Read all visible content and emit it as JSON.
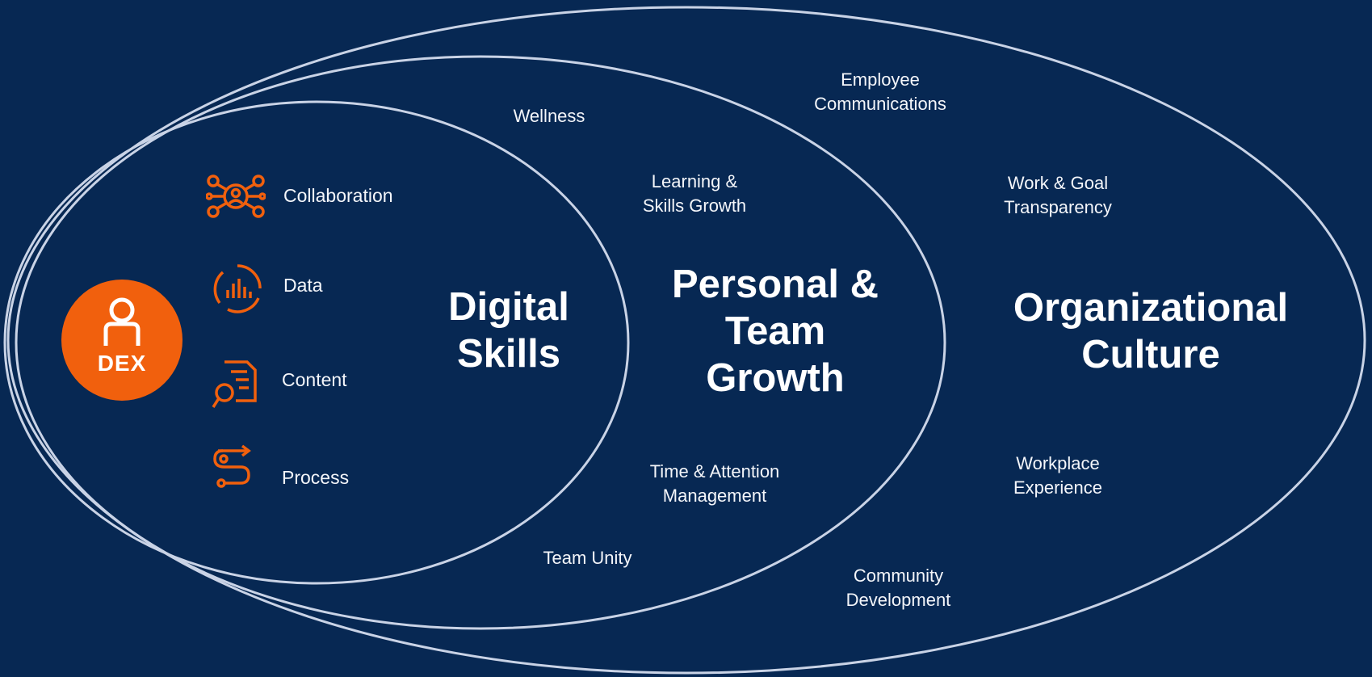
{
  "colors": {
    "background": "#072853",
    "ring": "#c9d3e6",
    "accent": "#f1600d",
    "text": "#ffffff"
  },
  "badge": {
    "label": "DEX",
    "icon": "person-icon"
  },
  "digital_skills": {
    "title_line1": "Digital",
    "title_line2": "Skills",
    "items": [
      {
        "label": "Collaboration",
        "icon": "collaboration-network-icon"
      },
      {
        "label": "Data",
        "icon": "data-chart-icon"
      },
      {
        "label": "Content",
        "icon": "content-search-icon"
      },
      {
        "label": "Process",
        "icon": "process-flow-icon"
      }
    ]
  },
  "personal_team": {
    "title_line1": "Personal &",
    "title_line2": "Team",
    "title_line3": "Growth",
    "wellness": "Wellness",
    "learning_line1": "Learning &",
    "learning_line2": "Skills Growth",
    "time_line1": "Time & Attention",
    "time_line2": "Management",
    "team_unity": "Team Unity"
  },
  "organizational": {
    "title_line1": "Organizational",
    "title_line2": "Culture",
    "employee_line1": "Employee",
    "employee_line2": "Communications",
    "work_line1": "Work & Goal",
    "work_line2": "Transparency",
    "workplace_line1": "Workplace",
    "workplace_line2": "Experience",
    "community_line1": "Community",
    "community_line2": "Development"
  }
}
